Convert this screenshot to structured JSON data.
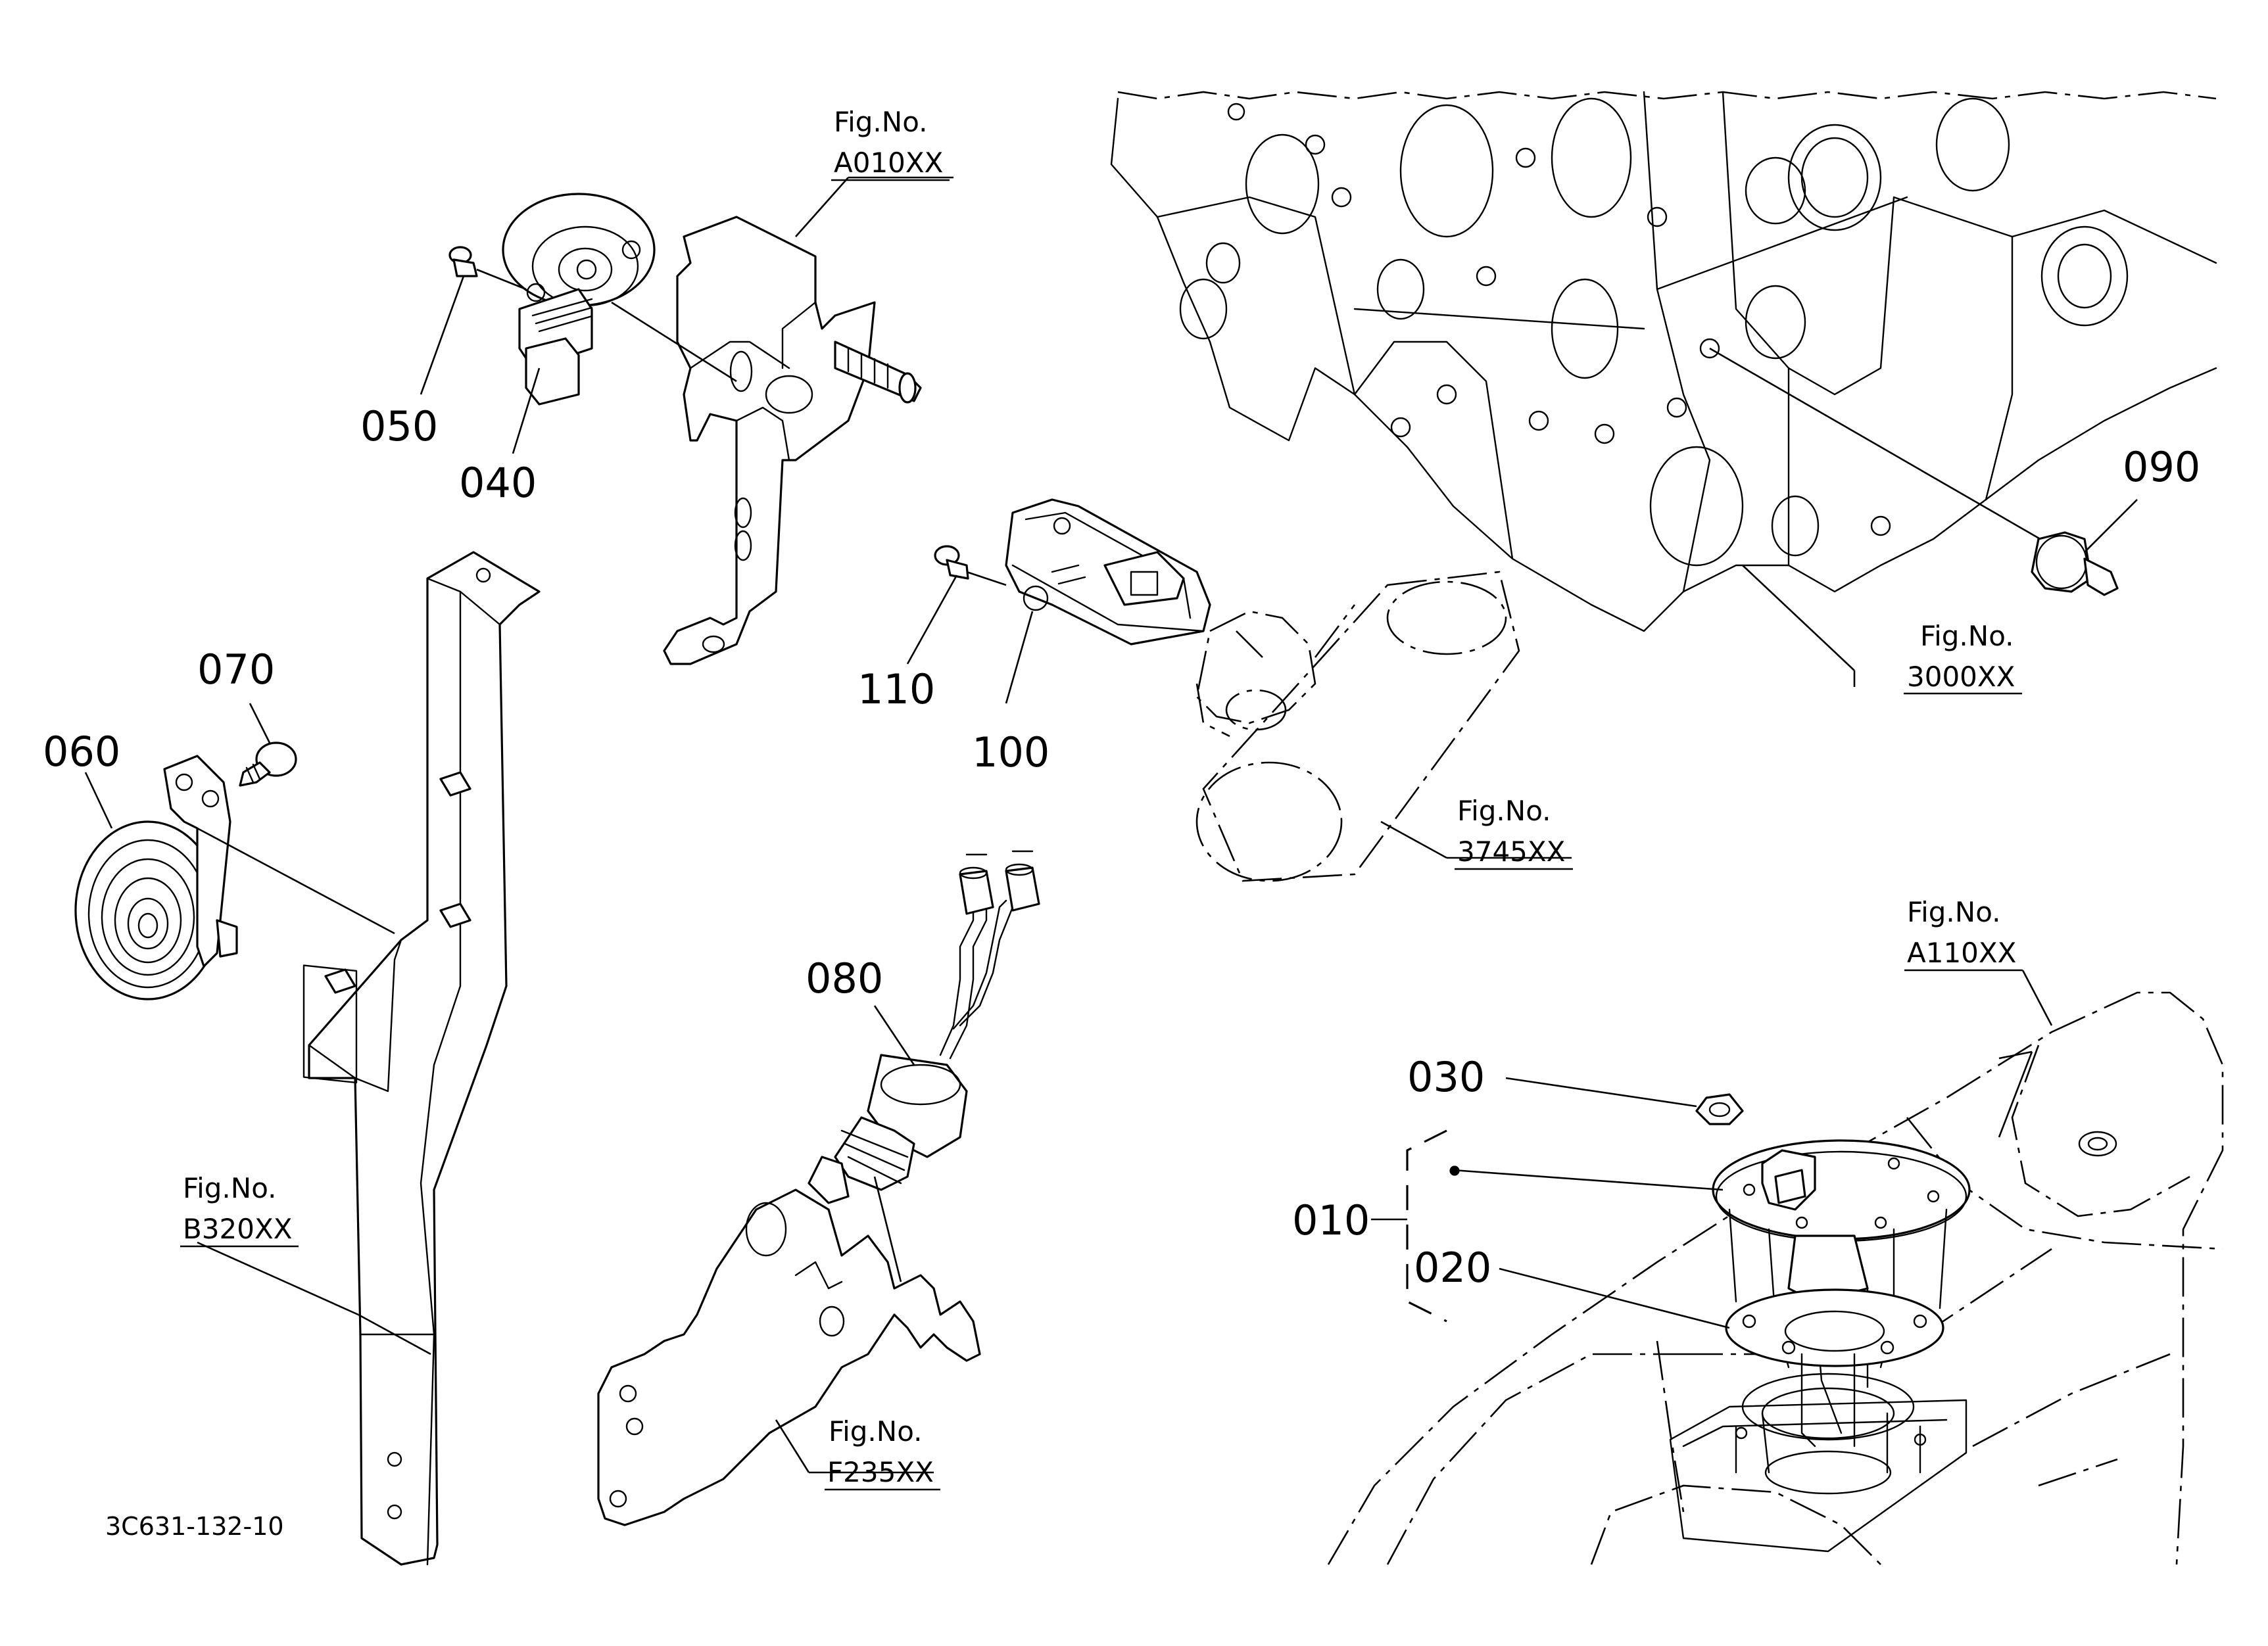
{
  "callouts": {
    "p010": "010",
    "p020": "020",
    "p030": "030",
    "p040": "040",
    "p050": "050",
    "p060": "060",
    "p070": "070",
    "p080": "080",
    "p090": "090",
    "p100": "100",
    "p110": "110"
  },
  "fig_refs": {
    "label": "Fig.No.",
    "a010": "A010XX",
    "r3000": "3000XX",
    "r3745": "3745XX",
    "a110": "A110XX",
    "b320": "B320XX",
    "f235": "F235XX"
  },
  "document_id": "3C631-132-10"
}
